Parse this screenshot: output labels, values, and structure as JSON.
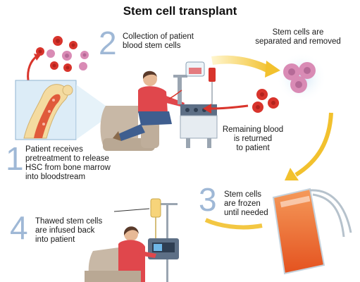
{
  "title": "Stem cell transplant",
  "steps": [
    {
      "number": "1",
      "lines": [
        "Patient receives",
        "pretreatment to release",
        "HSC from bone marrow",
        "into bloodstream"
      ]
    },
    {
      "number": "2",
      "lines": [
        "Collection of patient",
        "blood stem cells"
      ]
    },
    {
      "number": "3",
      "lines": [
        "Stem cells",
        "are frozen",
        "until needed"
      ]
    },
    {
      "number": "4",
      "lines": [
        "Thawed stem cells",
        "are infused back",
        "into patient"
      ]
    }
  ],
  "annotations": {
    "separated": [
      "Stem cells are",
      "separated and removed"
    ],
    "returned": [
      "Remaining blood",
      "is returned",
      "to patient"
    ]
  },
  "colors": {
    "step_number": "#9fb8d6",
    "arrow_yellow": "#f2c12e",
    "arrow_red": "#d9352c",
    "stem_cell": "#d98bb5",
    "red_cell": "#d8342c",
    "bone": "#f4dba0",
    "marrow": "#e05a3b",
    "shirt": "#e0474c",
    "jeans": "#3f5e8f",
    "chair": "#c8b8a6",
    "bag_fill": "#f06b2d"
  }
}
